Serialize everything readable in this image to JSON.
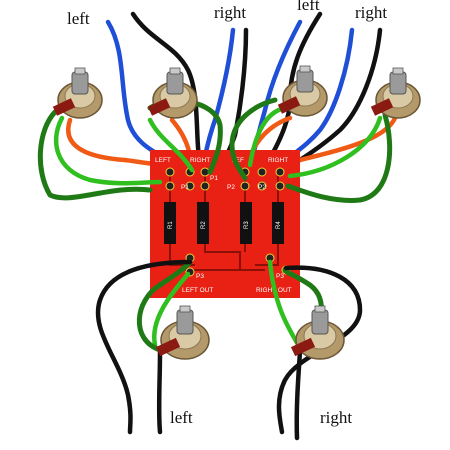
{
  "wire_labels": {
    "top_left_1": "left",
    "top_right_1": "right",
    "top_left_2": "left",
    "top_right_2": "right",
    "bottom_left": "left",
    "bottom_right": "right"
  },
  "pcb": {
    "header_left": "LEFT",
    "header_right": "RIGHT",
    "header_left_2": "LEF",
    "header_right_2": "RIGHT",
    "pads": [
      "P1",
      "P1",
      "P2",
      "P2",
      "P3",
      "P3"
    ],
    "resistors": [
      "R1",
      "R2",
      "R3",
      "R4"
    ],
    "output_left": "LEFT OUT",
    "output_right": "RIGHT OUT"
  },
  "colors": {
    "pcb": "#e82114",
    "wire_black": "#111111",
    "wire_blue": "#1e4fd6",
    "wire_orange": "#f05a14",
    "wire_green": "#2fbf1f",
    "wire_dark_green": "#1f7a16"
  }
}
